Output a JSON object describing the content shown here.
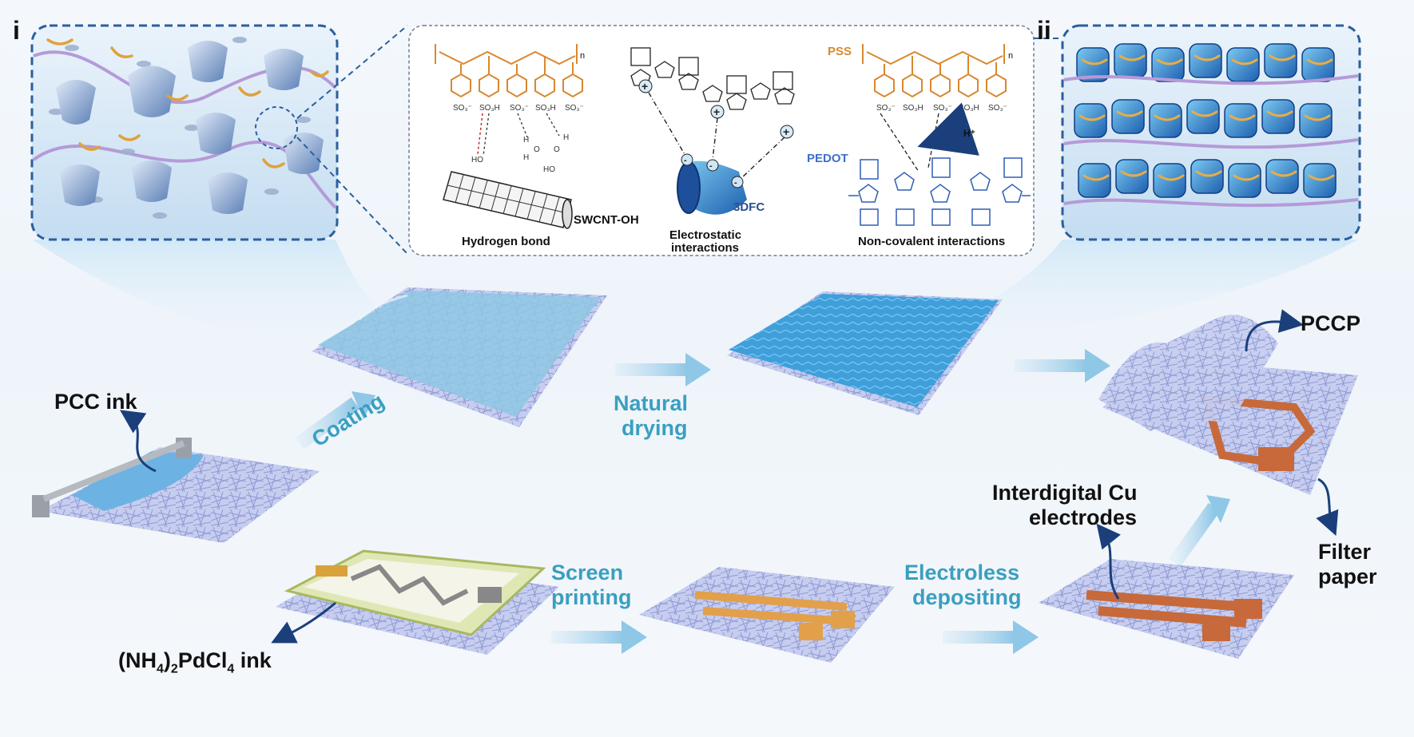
{
  "panels": {
    "left_letter": "i",
    "right_letter": "ii"
  },
  "chemistry": {
    "hydrogen_bond": "Hydrogen bond",
    "electrostatic_line1": "Electrostatic",
    "electrostatic_line2": "interactions",
    "noncovalent": "Non-covalent interactions",
    "swcnt": "SWCNT-OH",
    "dfc": "3DFC",
    "pss": "PSS",
    "pedot": "PEDOT",
    "hplus": "H⁺",
    "subscript_n": "n"
  },
  "process": {
    "pcc_ink": "PCC ink",
    "coating": "Coating",
    "natural_line1": "Natural",
    "natural_line2": "drying",
    "pccp": "PCCP",
    "pd_ink_prefix": "(NH",
    "pd_ink_sub1": "4",
    "pd_ink_mid": ")",
    "pd_ink_sub2": "2",
    "pd_ink_main": "PdCl",
    "pd_ink_sub3": "4",
    "pd_ink_suffix": " ink",
    "screen_line1": "Screen",
    "screen_line2": "printing",
    "electroless_line1": "Electroless",
    "electroless_line2": "depositing",
    "interdigital_line1": "Interdigital Cu",
    "interdigital_line2": "electrodes",
    "filter_line1": "Filter",
    "filter_line2": "paper"
  },
  "colors": {
    "panel_border": "#2b5f9e",
    "paper_fiber": "#9aa5d8",
    "ink_blue": "#5aa9dc",
    "copper": "#c7693a",
    "orange_struct": "#d9882f",
    "teal_text": "#3a9fc0",
    "pedot_blue": "#3f6fc8"
  }
}
